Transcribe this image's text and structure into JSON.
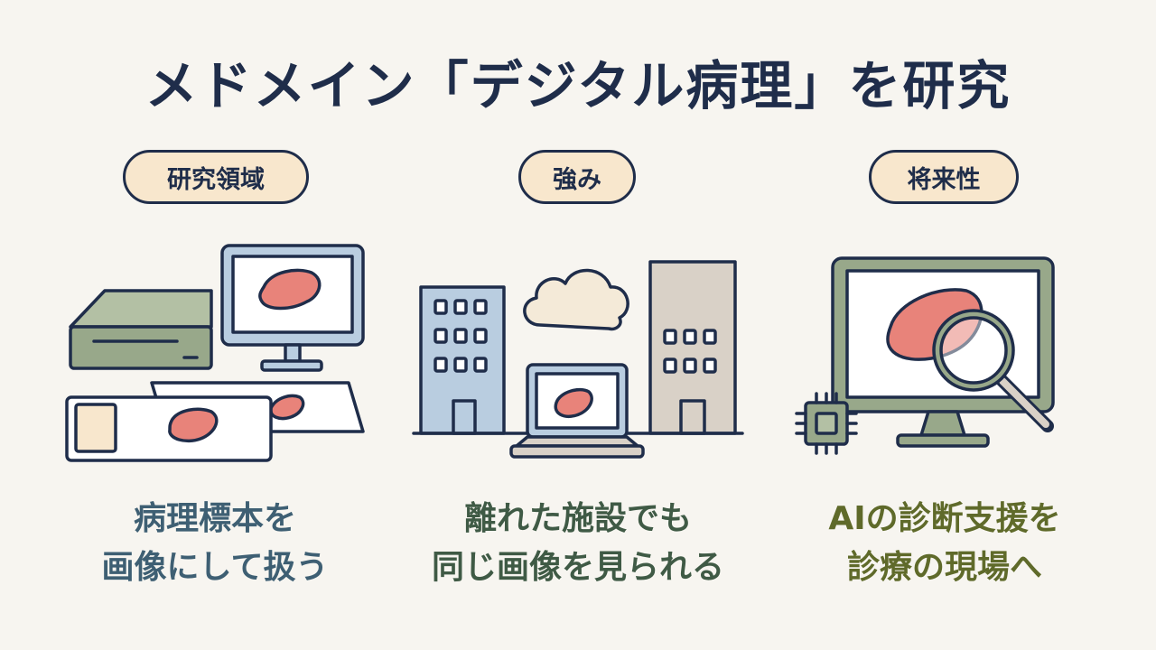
{
  "title": "メドメイン「デジタル病理」を研究",
  "columns": [
    {
      "label": "研究領域",
      "caption_lines": [
        "病理標本を",
        "画像にして扱う"
      ],
      "caption_color": "#3e5f73"
    },
    {
      "label": "強み",
      "caption_lines": [
        "離れた施設でも",
        "同じ画像を見られる"
      ],
      "caption_color": "#3f5a45"
    },
    {
      "label": "将来性",
      "caption_lines": [
        "AIの診断支援を",
        "診療の現場へ"
      ],
      "caption_color": "#5f6a2a"
    }
  ],
  "colors": {
    "outline": "#1f2d4a",
    "tissue": "#e8837a",
    "scanner": "#98a88a",
    "monitor_frame": "#b9cde0",
    "building_blue": "#b9cde0",
    "building_beige": "#d9d1c7",
    "cloud": "#f4ead8",
    "slide_label": "#f8e7cd"
  },
  "icons": [
    "scanner-icon",
    "monitor-icon",
    "slide-icon",
    "building-icon",
    "cloud-icon",
    "laptop-icon",
    "magnifier-icon",
    "chip-icon"
  ]
}
